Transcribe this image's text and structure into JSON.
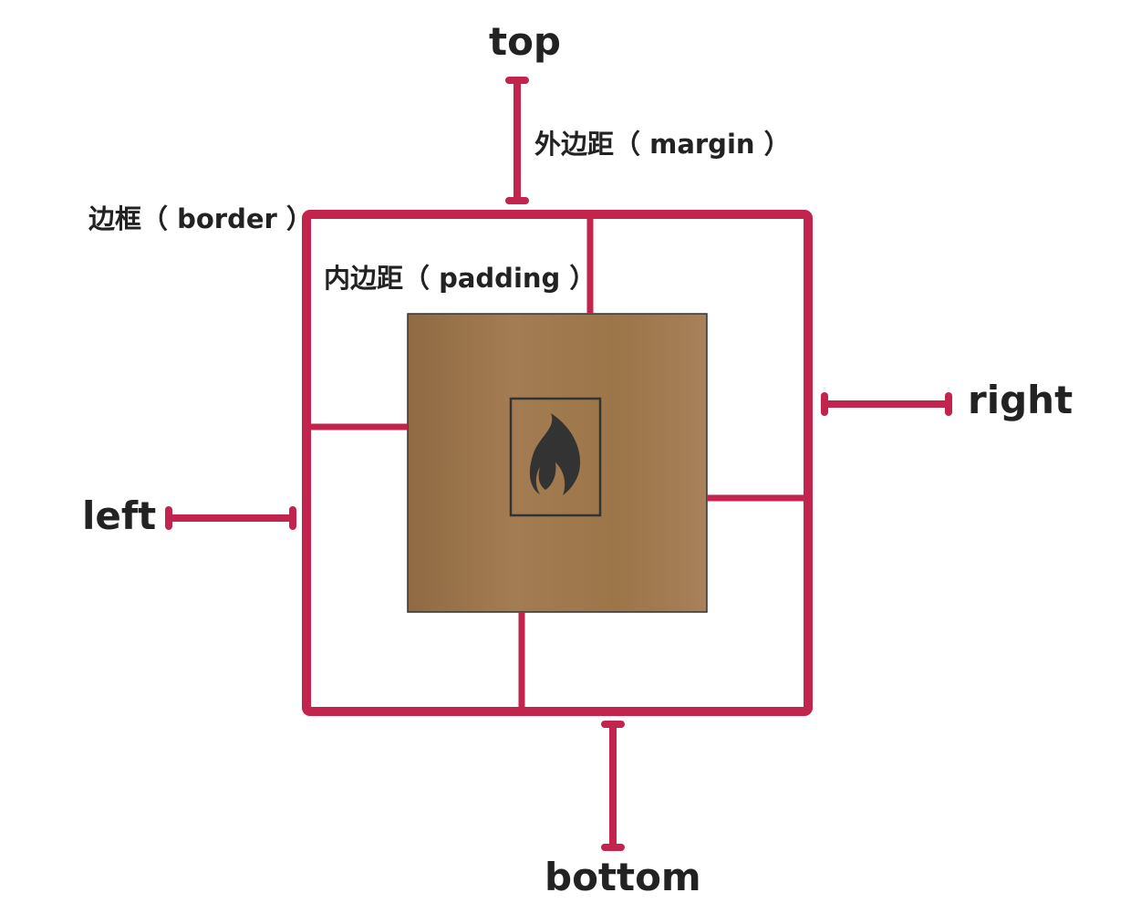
{
  "labels": {
    "top": "top",
    "right": "right",
    "bottom": "bottom",
    "left": "left",
    "margin": "外边距（ margin ）",
    "border": "边框（ border ）",
    "padding": "内边距（ padding ）"
  },
  "colors": {
    "accent": "#c2244e",
    "content_fill": "#a27b52",
    "content_fill_dark": "#946d45",
    "content_border": "#333333",
    "icon": "#333333",
    "text": "#222222",
    "background": "#ffffff"
  },
  "icons": {
    "content": "flame-icon"
  }
}
